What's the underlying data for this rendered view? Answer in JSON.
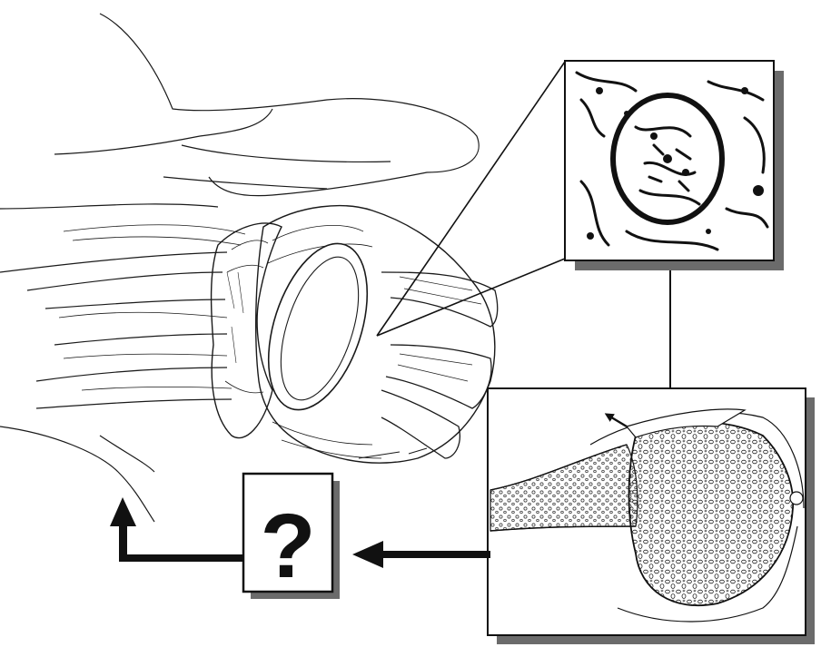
{
  "diagram": {
    "question_box": {
      "symbol": "?"
    },
    "colors": {
      "ink": "#111111",
      "shadow": "#6b6b6b",
      "paper": "#ffffff",
      "stipple": "#222222"
    },
    "panels": [
      "histology-inset",
      "cross-section-inset",
      "shoulder-illustration"
    ],
    "connectors": [
      "histology-to-glenoid-line",
      "cross-section-to-question-arrow",
      "question-to-shoulder-arrow"
    ]
  }
}
